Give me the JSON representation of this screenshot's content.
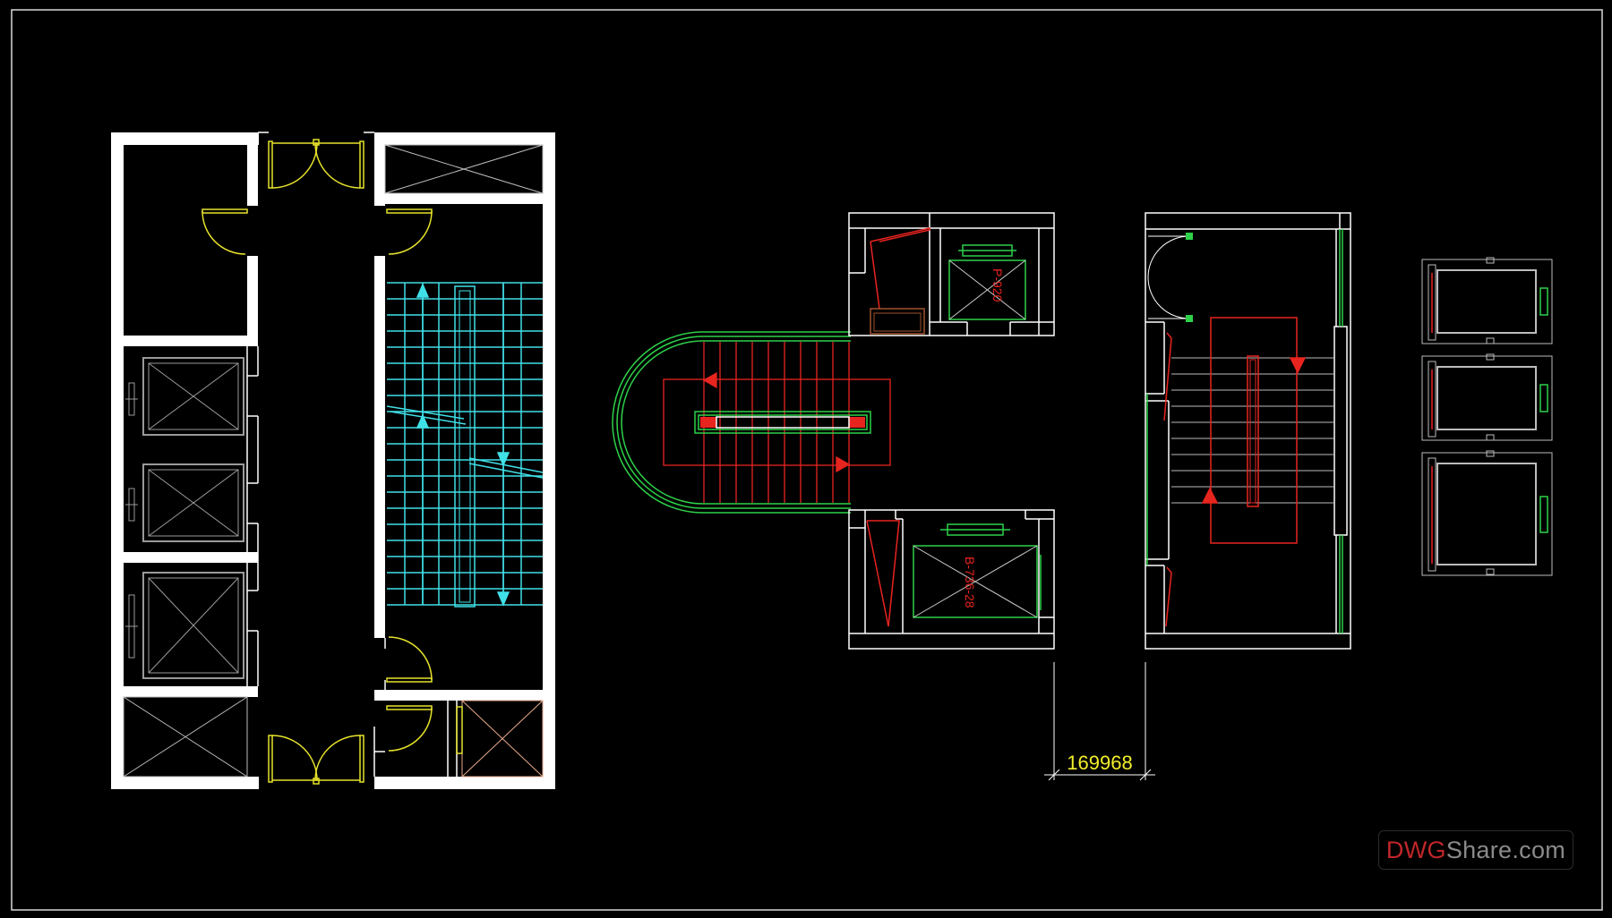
{
  "drawing": {
    "label_elevator_top": "P-920",
    "label_elevator_bottom": "B-736-28",
    "dimension_value": "169968"
  },
  "watermark": {
    "part_a": "DWG",
    "part_b": "Share.com"
  },
  "colors": {
    "background": "#000000",
    "wall": "#ffffff",
    "stair_primary": "#40e0e8",
    "stair_secondary": "#e8241f",
    "door": "#e6e22b",
    "green_lines": "#2ed14a",
    "dimension_text": "#f2ef2a"
  }
}
